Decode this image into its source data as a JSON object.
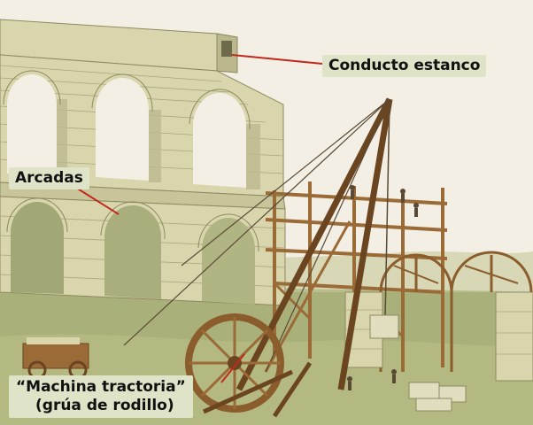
{
  "labels": {
    "conducto": "Conducto estanco",
    "arcadas": "Arcadas",
    "machina_line1": "“Machina tractoria”",
    "machina_line2": "(grúa de rodillo)"
  },
  "colors": {
    "sky": "#f3efe4",
    "ground": "#a9b07a",
    "stone": "#d9d6ad",
    "stone_shadow": "#a9a77c",
    "wood": "#9a6a37",
    "wood_dark": "#6b4420",
    "leader_line": "#c0281e",
    "label_bg": "#dfe3c7"
  }
}
